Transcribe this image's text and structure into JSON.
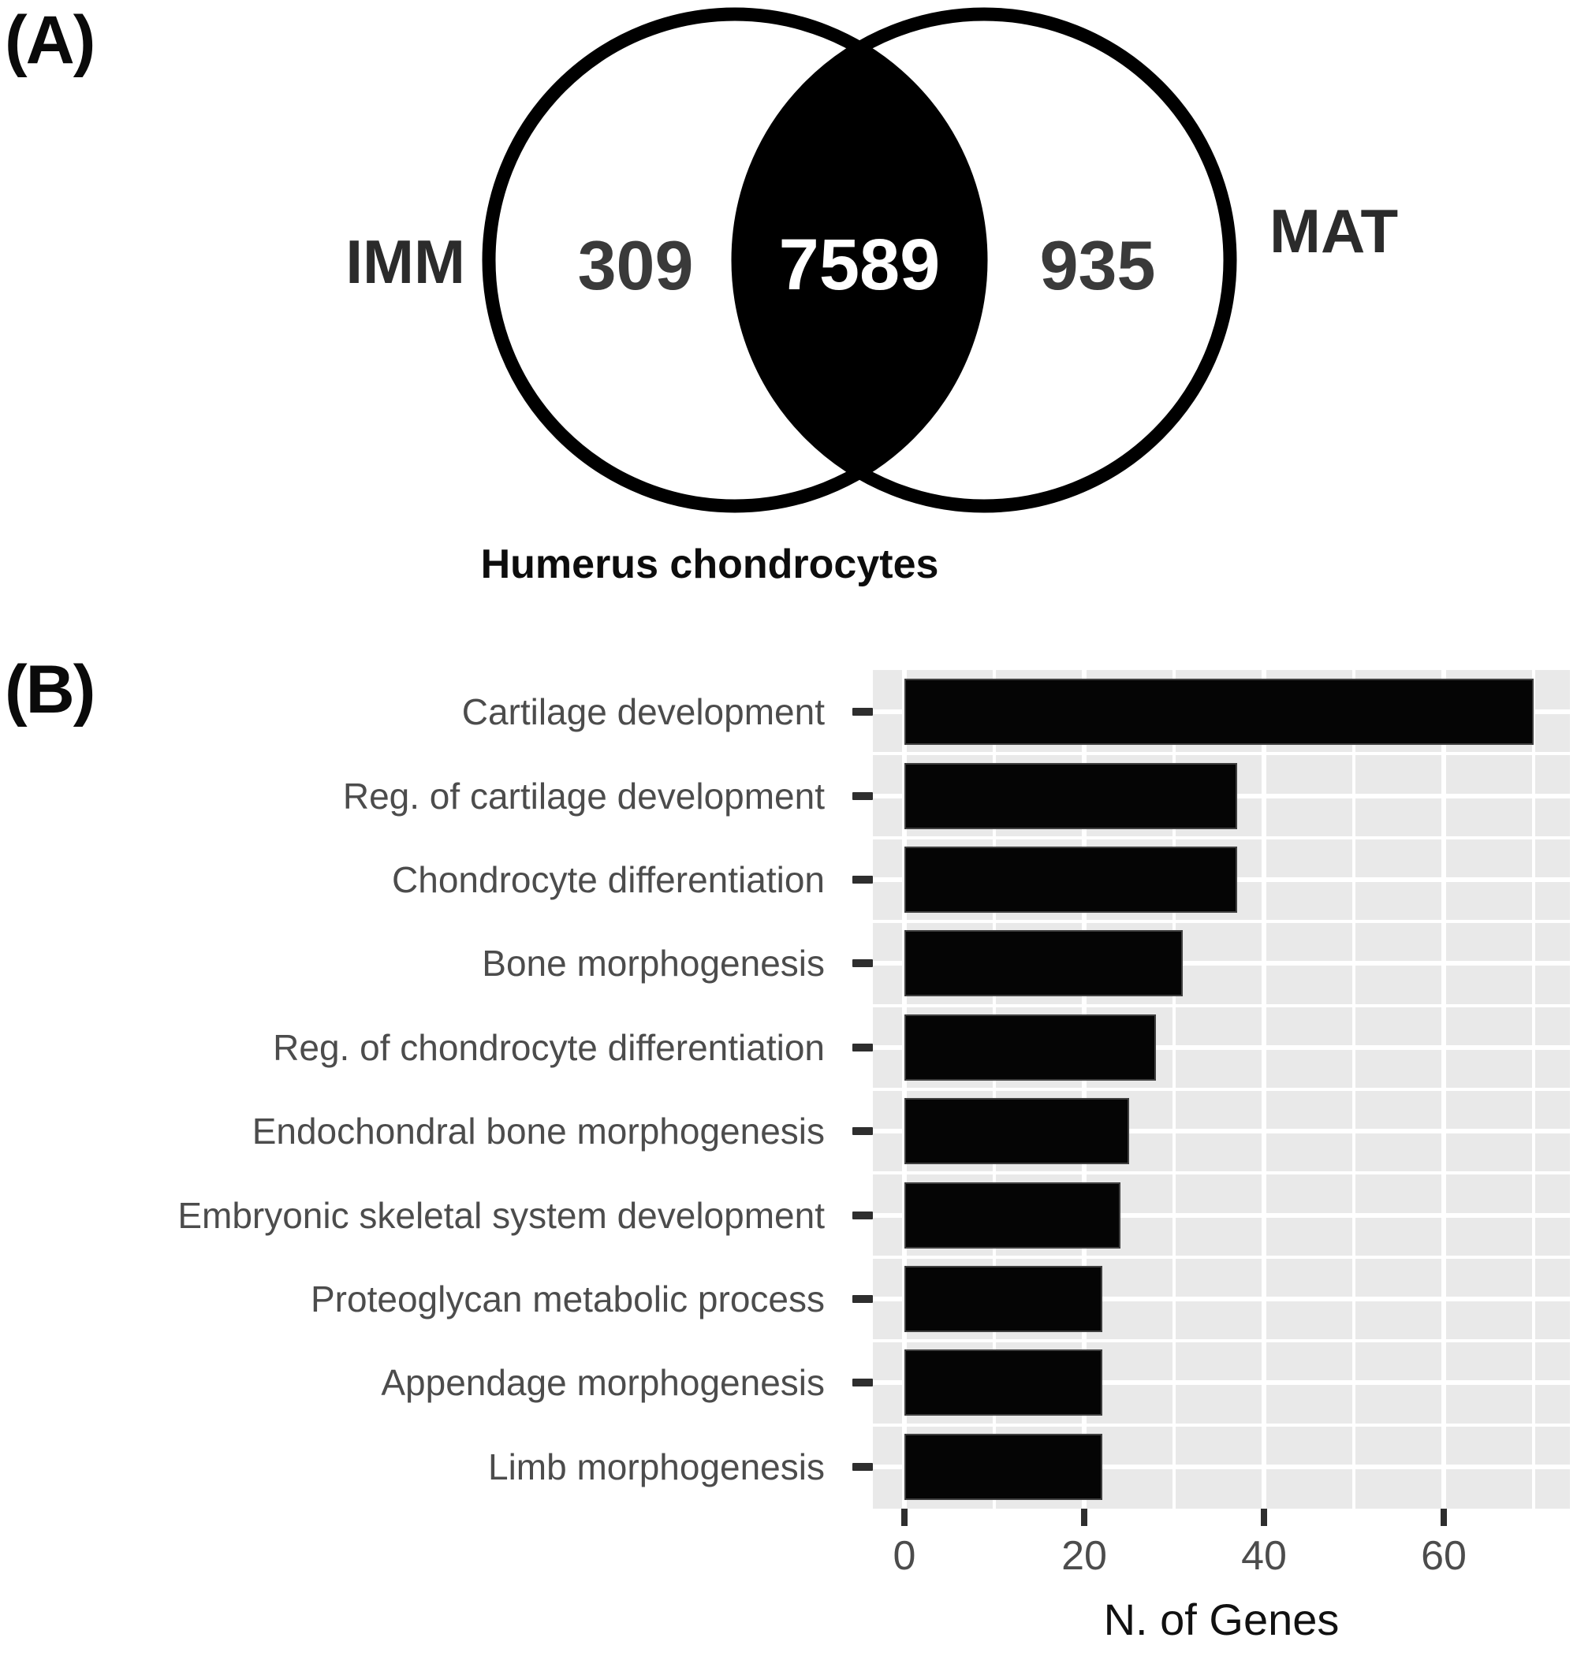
{
  "figure": {
    "panel_a_label": "(A)",
    "panel_b_label": "(B)"
  },
  "colors": {
    "bar_fill": "#050505",
    "panel_background": "#e9e9e9",
    "gridline": "#ffffff",
    "label_gray": "#4c4c4c",
    "venn_fill": "#000000",
    "venn_count_gray": "#3a3a3a",
    "overlap_text": "#ffffff"
  },
  "chart_data": [
    {
      "type": "venn",
      "panel": "(A)",
      "sets": [
        "IMM",
        "MAT"
      ],
      "values": {
        "IMM_only": 309,
        "overlap": 7589,
        "MAT_only": 935
      },
      "caption": "Humerus chondrocytes",
      "style": "two overlapping outlined circles, intersection filled solid black, white set regions"
    },
    {
      "type": "bar",
      "panel": "(B)",
      "orientation": "horizontal",
      "categories": [
        "Cartilage development",
        "Reg. of cartilage development",
        "Chondrocyte differentiation",
        "Bone morphogenesis",
        "Reg. of chondrocyte differentiation",
        "Endochondral bone morphogenesis",
        "Embryonic skeletal system development",
        "Proteoglycan metabolic process",
        "Appendage morphogenesis",
        "Limb morphogenesis"
      ],
      "values": [
        70,
        37,
        37,
        31,
        28,
        25,
        24,
        22,
        22,
        22
      ],
      "title": "",
      "xlabel": "N. of Genes",
      "ylabel": "",
      "x_ticks": [
        0,
        20,
        40,
        60
      ],
      "x_minor_gridlines": [
        10,
        30,
        50,
        70
      ],
      "xlim": [
        0,
        73
      ],
      "grid": true,
      "legend": "none",
      "bar_color": "#050505",
      "panel_bg": "#e9e9e9"
    }
  ]
}
